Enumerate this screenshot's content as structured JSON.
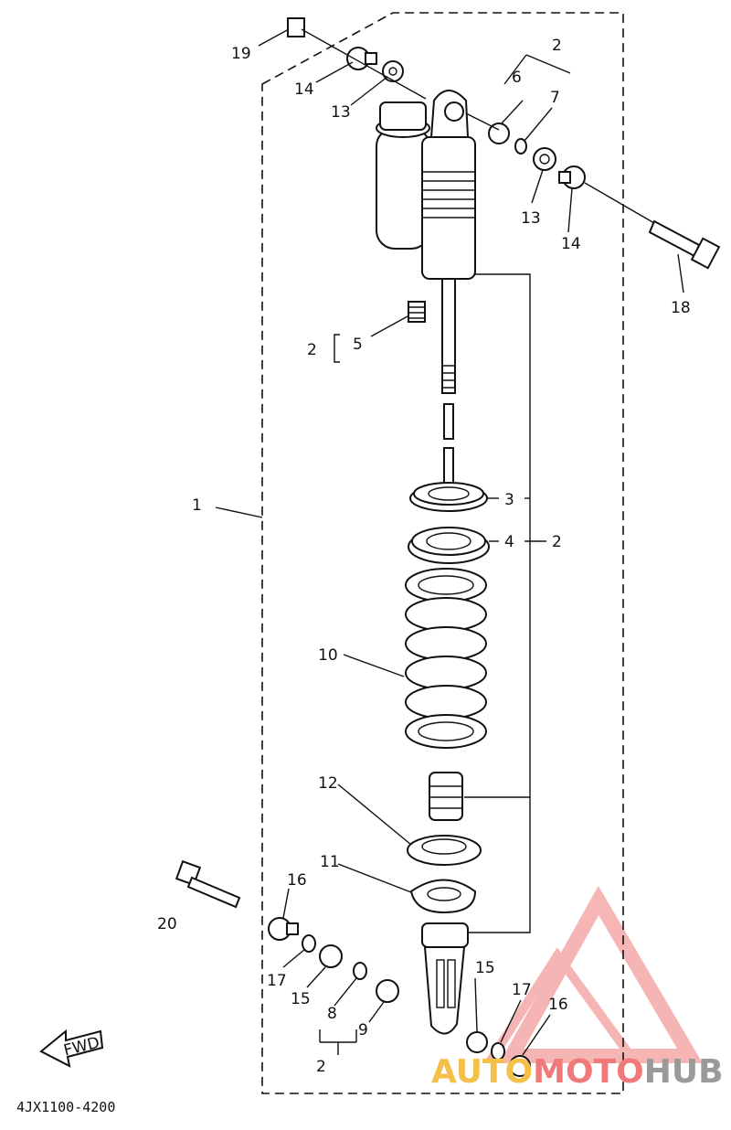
{
  "diagram": {
    "code": "4JX1100-4200",
    "fwd_label": "FWD",
    "callouts": {
      "c1": "1",
      "c2_top": "2",
      "c2_bracket": "2",
      "c2_right": "2",
      "c2_bottom": "2",
      "c3": "3",
      "c4": "4",
      "c5": "5",
      "c6": "6",
      "c7": "7",
      "c8": "8",
      "c9": "9",
      "c10": "10",
      "c11": "11",
      "c12": "12",
      "c13_top": "13",
      "c13_right": "13",
      "c14_top": "14",
      "c14_right": "14",
      "c15_left": "15",
      "c15_right": "15",
      "c16_left": "16",
      "c16_right": "16",
      "c17_left": "17",
      "c17_right": "17",
      "c18": "18",
      "c19": "19",
      "c20": "20"
    },
    "watermark": {
      "part1": "AUTO",
      "part2": "MOTO",
      "part3": "HUB",
      "color1": "#f5c04a",
      "color2": "#f07a7a",
      "color3": "#9a9a9a"
    }
  }
}
